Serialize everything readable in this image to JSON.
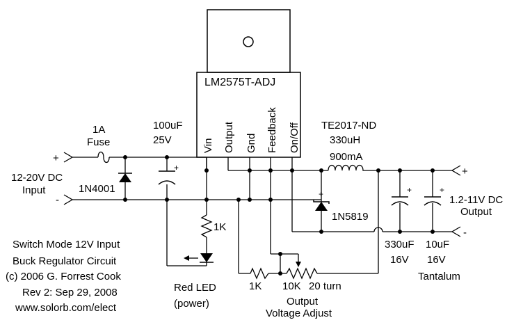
{
  "ic": {
    "part": "LM2575T-ADJ",
    "pins": [
      "Vin",
      "Output",
      "Gnd",
      "Feedback",
      "On/Off"
    ]
  },
  "fuse": {
    "value": "1A",
    "name": "Fuse"
  },
  "input": {
    "voltage": "12-20V DC",
    "label": "Input",
    "plus": "+",
    "minus": "-"
  },
  "diode_in": {
    "part": "1N4001"
  },
  "cap_in": {
    "value": "100uF",
    "voltage": "25V",
    "plus": "+"
  },
  "inductor": {
    "part": "TE2017-ND",
    "value": "330uH",
    "current": "900mA"
  },
  "diode_out": {
    "part": "1N5819",
    "plus": "+"
  },
  "cap_out1": {
    "value": "330uF",
    "voltage": "16V",
    "plus": "+"
  },
  "cap_out2": {
    "value": "10uF",
    "voltage": "16V",
    "type": "Tantalum",
    "plus": "+"
  },
  "output": {
    "voltage": "1.2-11V DC",
    "label": "Output",
    "plus": "+",
    "minus": "-"
  },
  "led": {
    "resistor": "1K",
    "line1": "Red LED",
    "line2": "(power)"
  },
  "feedback": {
    "resistor": "1K",
    "pot": "10K",
    "pot_turns": "20 turn",
    "label1": "Output",
    "label2": "Voltage Adjust"
  },
  "title_block": {
    "lines": [
      "Switch Mode 12V Input",
      "Buck Regulator Circuit",
      "(c) 2006 G. Forrest Cook",
      "Rev 2: Sep 29, 2008",
      "www.solorb.com/elect"
    ]
  }
}
